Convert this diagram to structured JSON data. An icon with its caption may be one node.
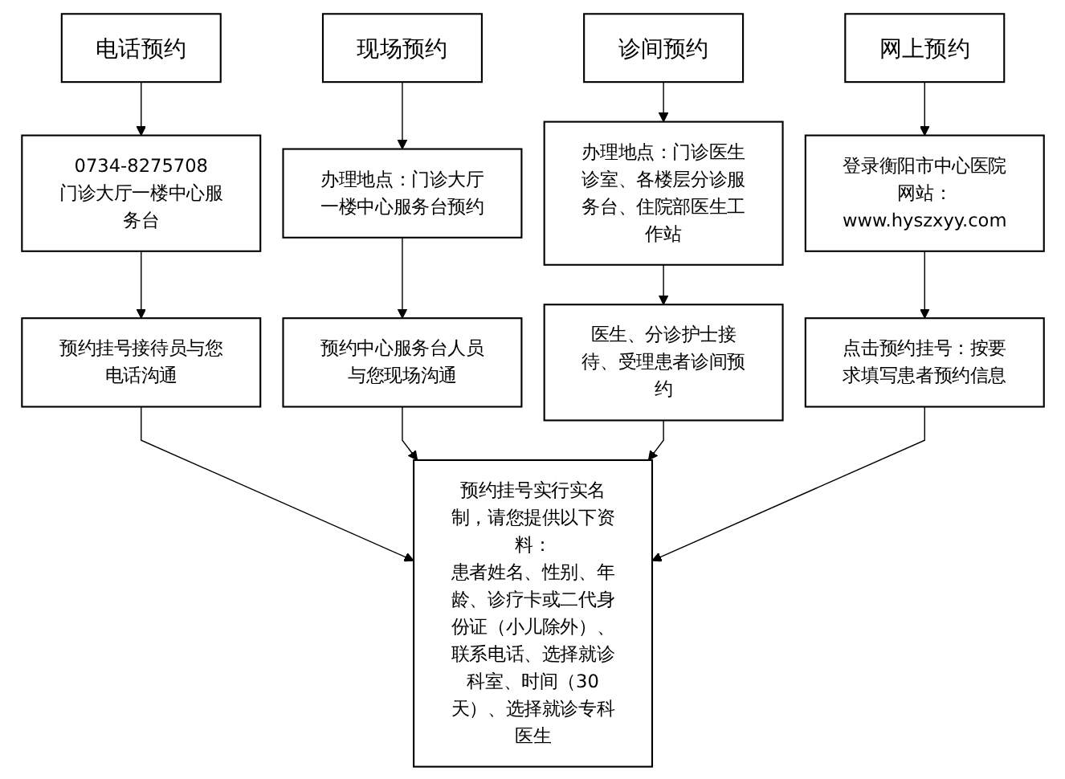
{
  "diagram": {
    "nodes": [
      {
        "text": [
          "电话预约"
        ]
      },
      {
        "text": [
          "现场预约"
        ]
      },
      {
        "text": [
          "诊间预约"
        ]
      },
      {
        "text": [
          "网上预约"
        ]
      },
      {
        "text": [
          "0734-8275708",
          "门诊大厅一楼中心服务台"
        ]
      },
      {
        "text": [
          "办理地点：门诊大厅一楼中心服务台预约"
        ]
      },
      {
        "text": [
          "办理地点：门诊医生诊室、各楼层分诊服务台、住院部医生工作站"
        ]
      },
      {
        "text": [
          "登录衡阳市中心医院网站：www.hyszxyy.com"
        ]
      },
      {
        "text": [
          "预约挂号接待员与您电话沟通"
        ]
      },
      {
        "text": [
          "预约中心服务台人员与您现场沟通"
        ]
      },
      {
        "text": [
          "医生、分诊护士接待、受理患者诊间预约"
        ]
      },
      {
        "text": [
          "点击预约挂号：按要求填写患者预约信息"
        ]
      },
      {
        "text": [
          "预约挂号实行实名制，请您提供以下资料：",
          "患者姓名、性别、年龄、诊疗卡或二代身份证（小儿除外）、联系电话、选择就诊科室、时间（30天）、选择就诊专科医生"
        ]
      }
    ],
    "edges": [
      {
        "from": 0,
        "to": 4,
        "arrow": "to"
      },
      {
        "from": 1,
        "to": 5,
        "arrow": "to"
      },
      {
        "from": 2,
        "to": 6,
        "arrow": "to"
      },
      {
        "from": 3,
        "to": 7,
        "arrow": "to"
      },
      {
        "from": 4,
        "to": 8,
        "arrow": "to"
      },
      {
        "from": 5,
        "to": 9,
        "arrow": "to"
      },
      {
        "from": 6,
        "to": 10,
        "arrow": "to"
      },
      {
        "from": 7,
        "to": 11,
        "arrow": "to"
      },
      {
        "from": 8,
        "to": 12,
        "arrow": "to"
      },
      {
        "from": 9,
        "to": 12,
        "arrow": "to"
      },
      {
        "from": 10,
        "to": 12,
        "arrow": "to"
      },
      {
        "from": 11,
        "to": 12,
        "arrow": "to"
      }
    ]
  }
}
